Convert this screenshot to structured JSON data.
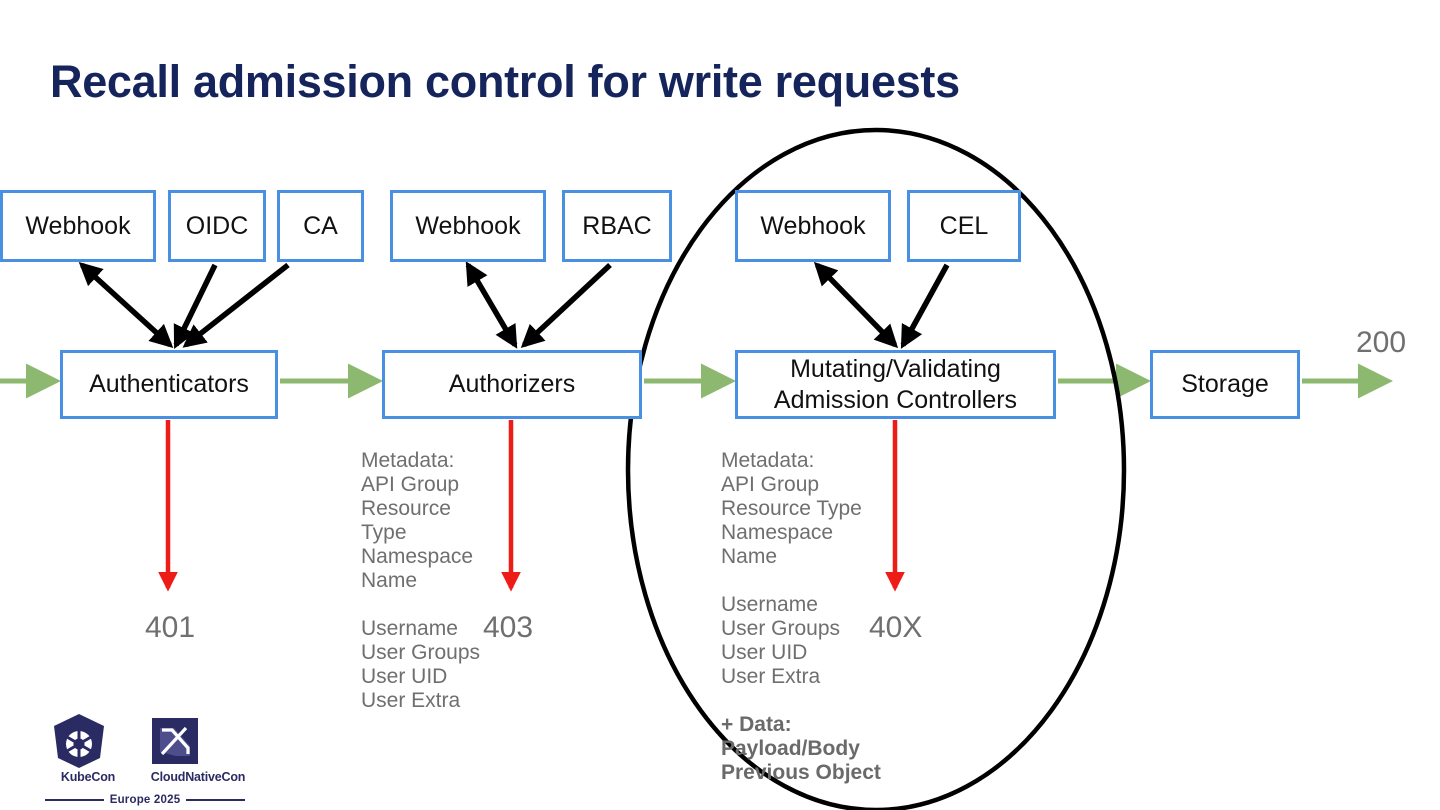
{
  "slide": {
    "title": "Recall admission control for write requests",
    "background": "#ffffff",
    "title_color": "#15255c"
  },
  "colors": {
    "box_border": "#4a90e2",
    "flow_arrow": "#8cb86f",
    "error_arrow": "#ee1c16",
    "plugin_arrow": "#000000",
    "attr_text": "#6f6f6f",
    "highlight_ellipse": "#000000"
  },
  "stages": [
    {
      "id": "authentication",
      "stage_box": {
        "label": "Authenticators"
      },
      "plugins": [
        {
          "label": "Webhook",
          "arrow": "double"
        },
        {
          "label": "OIDC",
          "arrow": "down"
        },
        {
          "label": "CA",
          "arrow": "down"
        }
      ],
      "error_code": "401",
      "attributes": [],
      "extra_attributes": []
    },
    {
      "id": "authorization",
      "stage_box": {
        "label": "Authorizers"
      },
      "plugins": [
        {
          "label": "Webhook",
          "arrow": "double"
        },
        {
          "label": "RBAC",
          "arrow": "down"
        }
      ],
      "error_code": "403",
      "attributes": [
        "Metadata:",
        "API Group",
        "Resource",
        "Type",
        "Namespace",
        "Name",
        "",
        "Username",
        "User Groups",
        "User UID",
        "User Extra"
      ],
      "extra_attributes": []
    },
    {
      "id": "admission",
      "stage_box": {
        "label_line1": "Mutating/Validating",
        "label_line2": "Admission Controllers"
      },
      "plugins": [
        {
          "label": "Webhook",
          "arrow": "double"
        },
        {
          "label": "CEL",
          "arrow": "down"
        }
      ],
      "error_code": "40X",
      "attributes": [
        "Metadata:",
        "API Group",
        "Resource Type",
        "Namespace",
        "Name",
        "",
        "Username",
        "User Groups",
        "User UID",
        "User Extra"
      ],
      "extra_attributes": [
        "+ Data:",
        "Payload/Body",
        "Previous Object"
      ],
      "highlighted": true
    }
  ],
  "storage": {
    "label": "Storage",
    "success_code": "200"
  },
  "footer_logo": {
    "kubecon": "KubeCon",
    "cloudnativecon": "CloudNativeCon",
    "edition": "Europe 2025"
  }
}
